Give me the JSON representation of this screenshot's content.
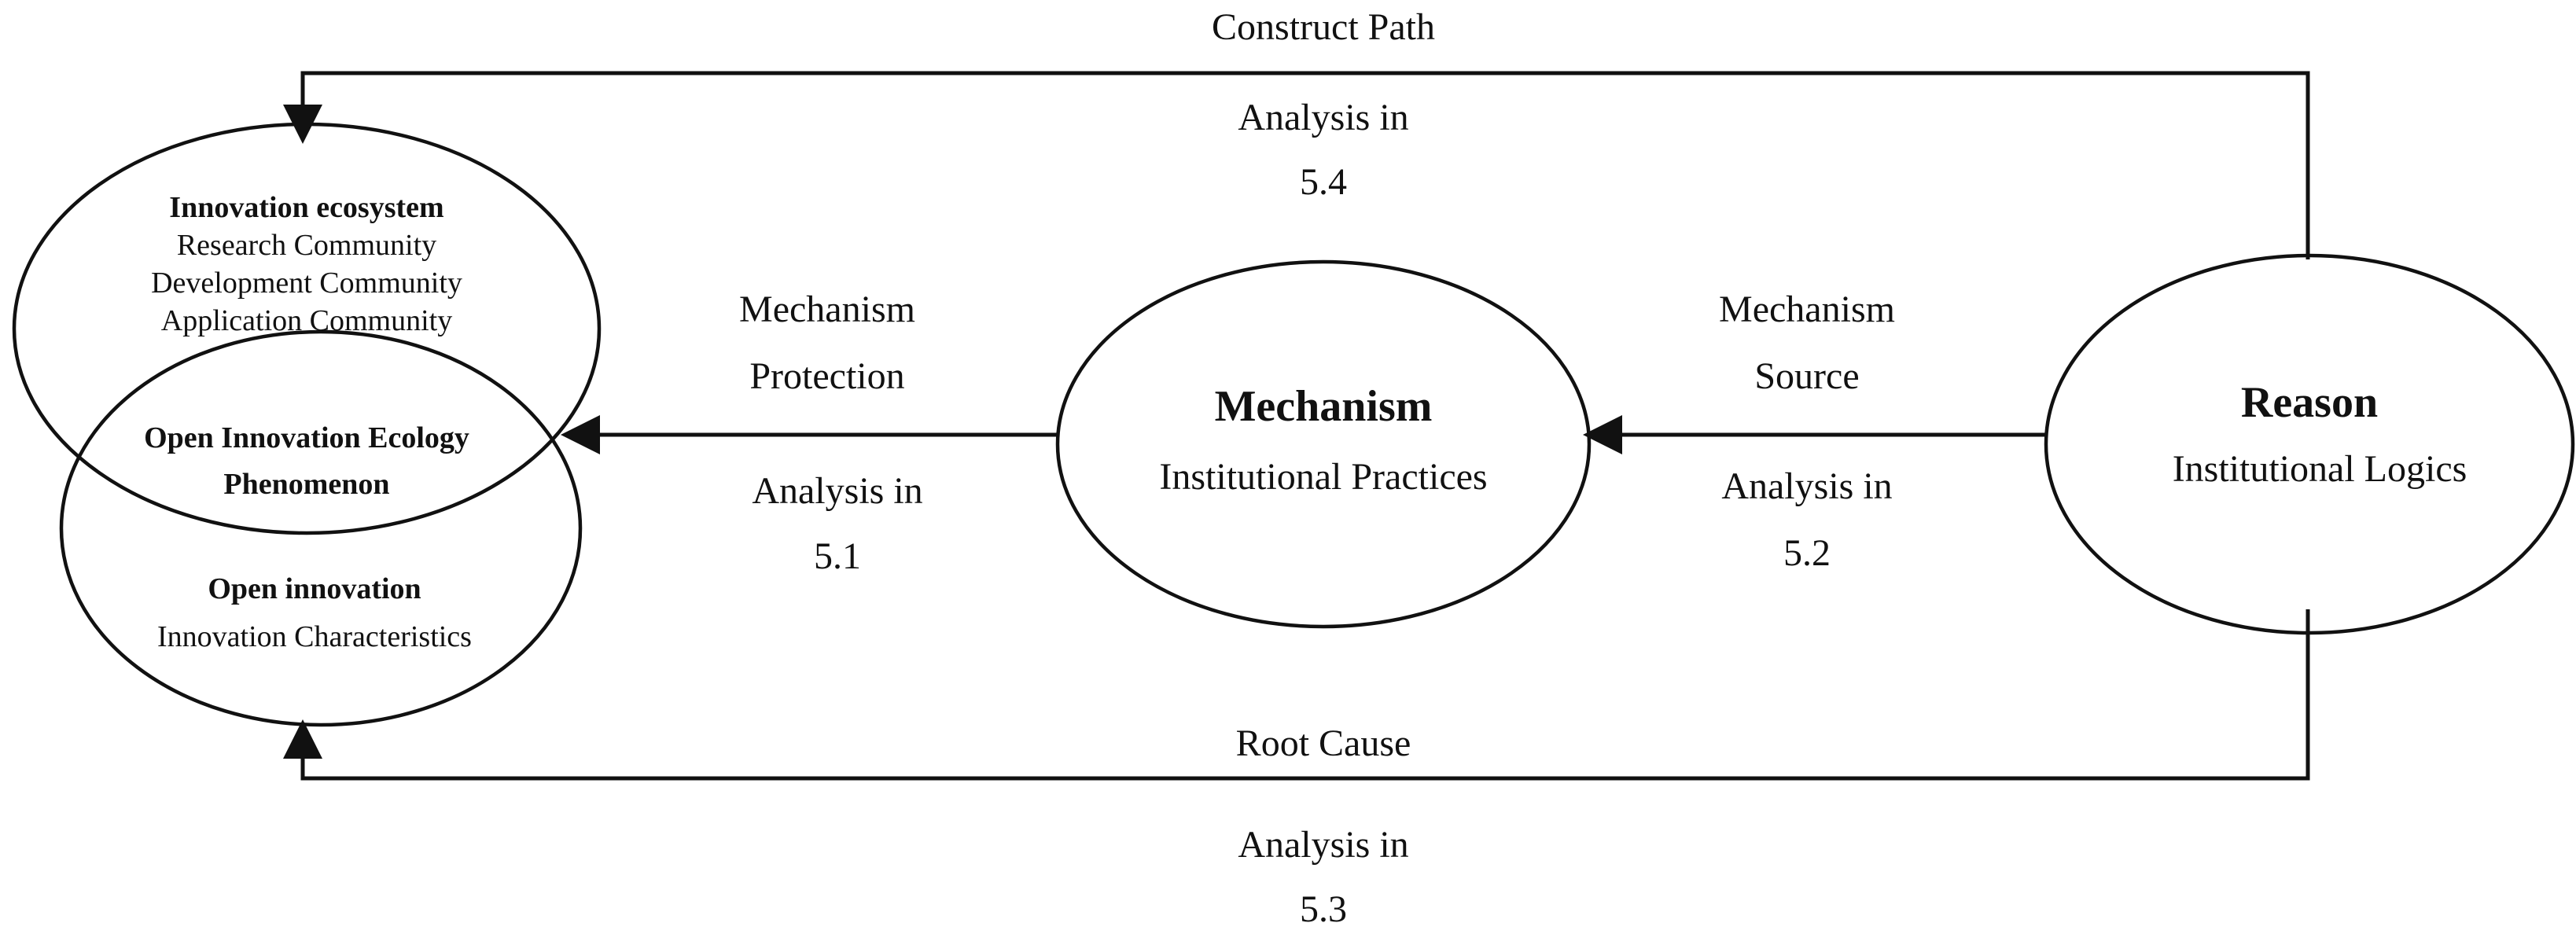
{
  "colors": {
    "stroke": "#111111",
    "background": "#ffffff"
  },
  "nodes": {
    "ecosystem": {
      "title": "Innovation ecosystem",
      "lines": [
        "Research Community",
        "Development Community",
        "Application Community"
      ]
    },
    "phenomenon": {
      "line1": "Open Innovation Ecology",
      "line2": "Phenomenon"
    },
    "open_innovation": {
      "title": "Open innovation",
      "subtitle": "Innovation Characteristics"
    },
    "mechanism": {
      "title": "Mechanism",
      "subtitle": "Institutional Practices"
    },
    "reason": {
      "title": "Reason",
      "subtitle": "Institutional Logics"
    }
  },
  "edges": {
    "construct_path": {
      "label": "Construct Path",
      "analysis_1": "Analysis in",
      "analysis_2": "5.4"
    },
    "mechanism_protection": {
      "label_1": "Mechanism",
      "label_2": "Protection",
      "analysis_1": "Analysis in",
      "analysis_2": "5.1"
    },
    "mechanism_source": {
      "label_1": "Mechanism",
      "label_2": "Source",
      "analysis_1": "Analysis in",
      "analysis_2": "5.2"
    },
    "root_cause": {
      "label": "Root Cause",
      "analysis_1": "Analysis in",
      "analysis_2": "5.3"
    }
  }
}
